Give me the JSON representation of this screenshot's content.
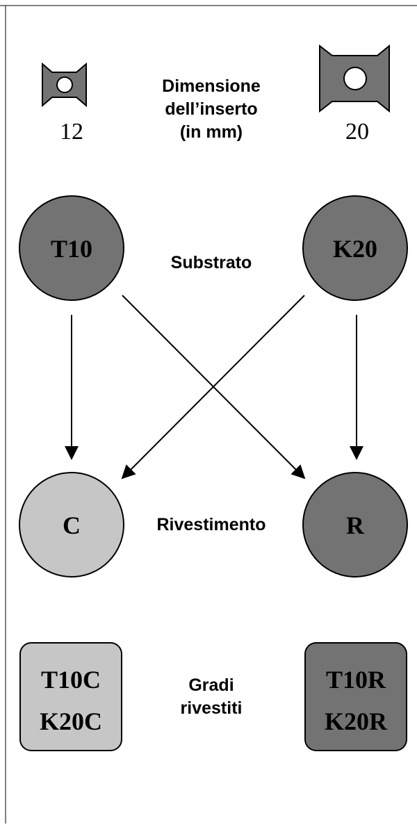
{
  "insert_size": {
    "label": "Dimensione\ndell’inserto\n(in mm)",
    "small": "12",
    "large": "20"
  },
  "substrate": {
    "label": "Substrato",
    "left": "T10",
    "right": "K20"
  },
  "coating": {
    "label": "Rivestimento",
    "left": "C",
    "right": "R"
  },
  "coated_grades": {
    "label": "Gradi\nrivestiti",
    "left_line1": "T10C",
    "left_line2": "K20C",
    "right_line1": "T10R",
    "right_line2": "K20R"
  },
  "colors": {
    "dark": "#737373",
    "light": "#c6c6c6",
    "stroke": "#000000"
  }
}
